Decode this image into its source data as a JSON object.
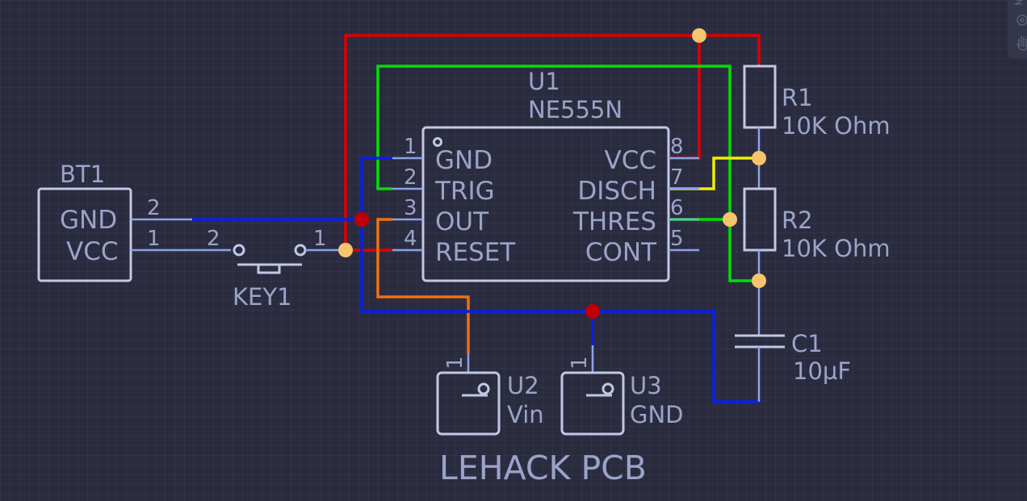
{
  "colors": {
    "background": "#2b2b40",
    "symbol": "#c0c8e6",
    "label": "#9aa4c8",
    "wire_red": "#e00000",
    "wire_green": "#00e000",
    "wire_blue": "#0a1ee6",
    "wire_yellow": "#f0f000",
    "wire_orange": "#f07010",
    "junction": "#f7c46e",
    "junction_red": "#c00000"
  },
  "components": {
    "bt1": {
      "designator": "BT1",
      "pin_names": [
        "GND",
        "VCC"
      ],
      "pin_numbers": [
        "2",
        "1"
      ]
    },
    "key1": {
      "designator": "KEY1",
      "pin_numbers": [
        "2",
        "1"
      ]
    },
    "u1": {
      "designator": "U1",
      "value": "NE555N",
      "left_pins": [
        {
          "num": "1",
          "name": "GND"
        },
        {
          "num": "2",
          "name": "TRIG"
        },
        {
          "num": "3",
          "name": "OUT"
        },
        {
          "num": "4",
          "name": "RESET"
        }
      ],
      "right_pins": [
        {
          "num": "8",
          "name": "VCC"
        },
        {
          "num": "7",
          "name": "DISCH"
        },
        {
          "num": "6",
          "name": "THRES"
        },
        {
          "num": "5",
          "name": "CONT"
        }
      ]
    },
    "r1": {
      "designator": "R1",
      "value": "10K Ohm"
    },
    "r2": {
      "designator": "R2",
      "value": "10K Ohm"
    },
    "c1": {
      "designator": "C1",
      "value": "10µF"
    },
    "u2": {
      "designator": "U2",
      "value": "Vin",
      "pin_number": "1"
    },
    "u3": {
      "designator": "U3",
      "value": "GND",
      "pin_number": "1"
    }
  },
  "board_label": "LEHACK PCB",
  "toolbar_icons": [
    "zoom-icon",
    "target-icon",
    "hand-icon"
  ]
}
